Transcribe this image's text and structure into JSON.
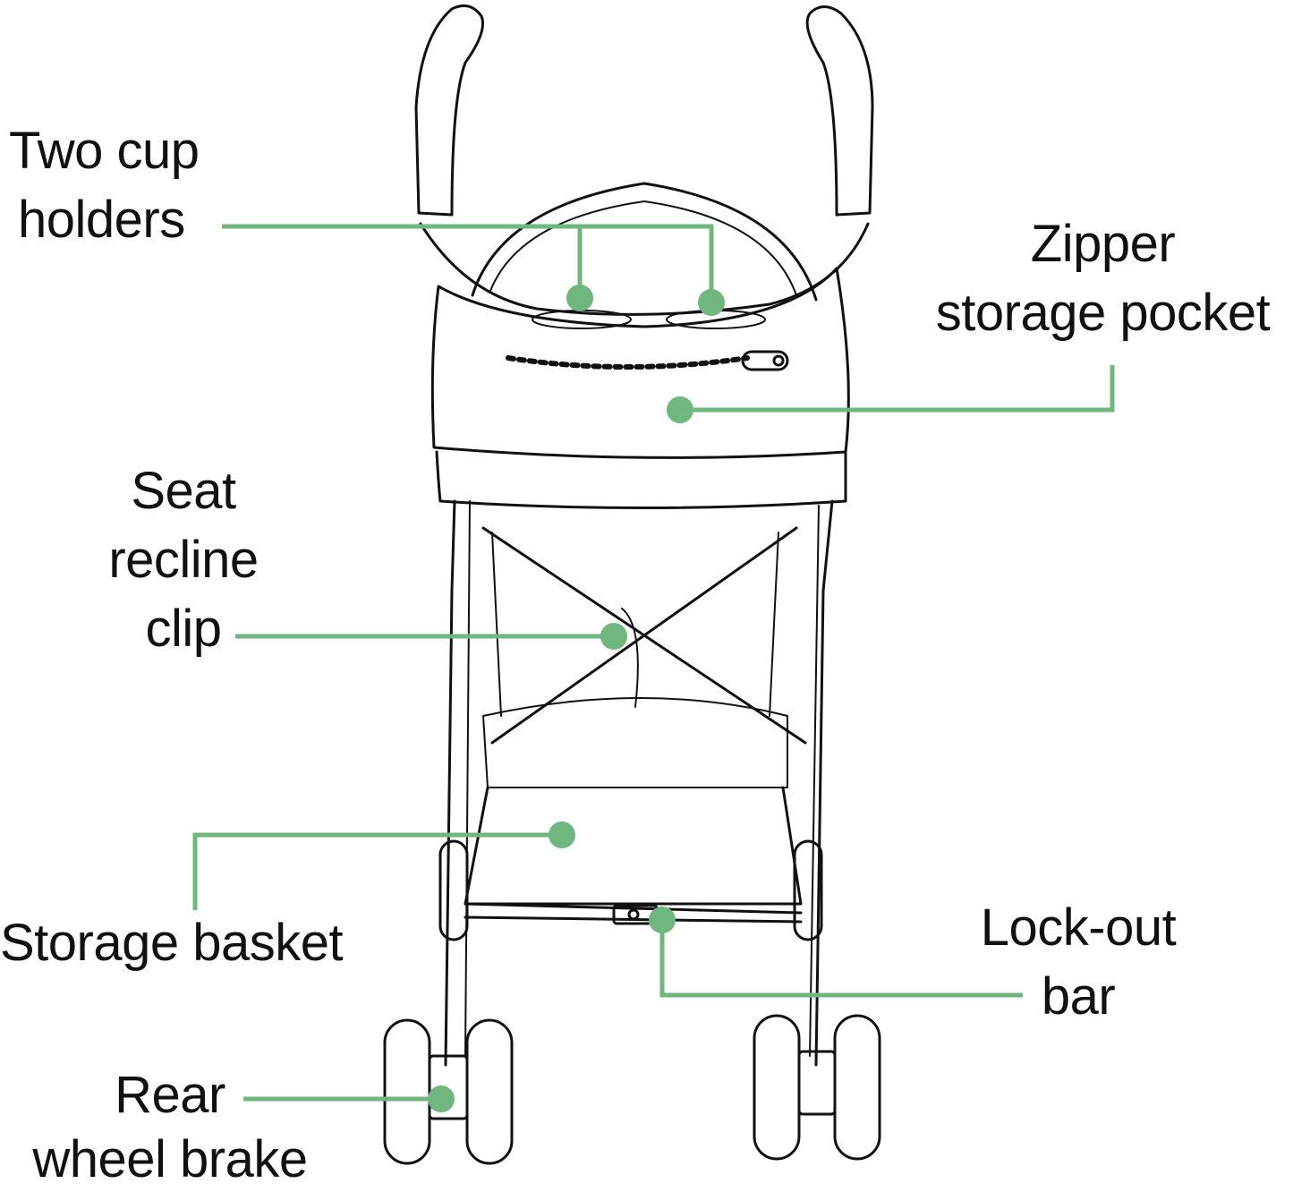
{
  "accent_color": "#6fb67f",
  "labels": {
    "cup_holders": [
      "Two cup",
      "holders"
    ],
    "zipper_pocket": [
      "Zipper",
      "storage pocket"
    ],
    "seat_recline": [
      "Seat",
      "recline",
      "clip"
    ],
    "storage_basket": [
      "Storage basket"
    ],
    "lockout_bar": [
      "Lock-out",
      "bar"
    ],
    "rear_brake": [
      "Rear",
      "wheel brake"
    ]
  }
}
